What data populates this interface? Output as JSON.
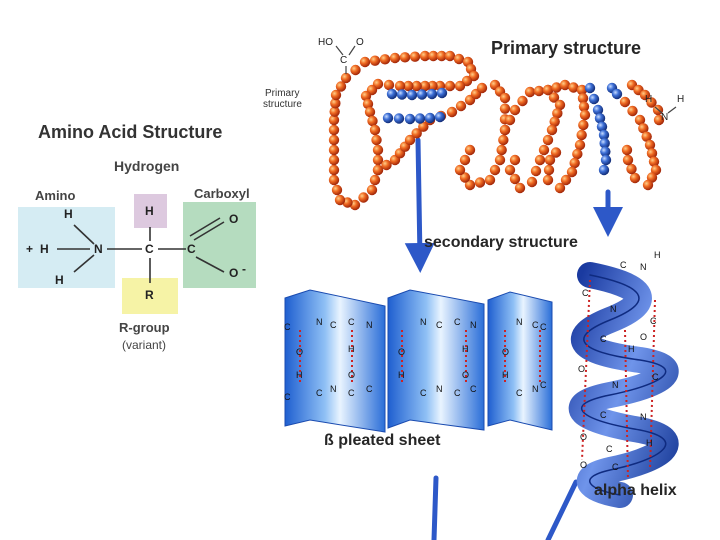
{
  "primary": {
    "title": "Primary structure",
    "side_label_1": "Primary",
    "side_label_2": "structure",
    "n_term_1": "HO",
    "n_term_2": "O",
    "n_term_3": "C",
    "h1": "H",
    "h2": "H",
    "n": "N"
  },
  "amino_acid": {
    "title": "Amino Acid Structure",
    "hydrogen_label": "Hydrogen",
    "amino_label": "Amino",
    "carboxyl_label": "Carboxyl",
    "rgroup_label": "R-group",
    "variant_label": "(variant)",
    "atoms": {
      "h_top_amino": "H",
      "plus": "+",
      "h_left": "H",
      "n": "N",
      "h_bottom_amino": "H",
      "h_box": "H",
      "c_alpha": "C",
      "r_box": "R",
      "c_carboxyl": "C",
      "o_top": "O",
      "o_minus": "O",
      "minus": "-"
    }
  },
  "secondary": {
    "title": "secondary structure"
  },
  "sheet": {
    "title": "ß pleated sheet"
  },
  "helix": {
    "title": "alpha helix"
  },
  "colors": {
    "red_bead": "#e8501e",
    "blue_bead": "#2f64c8",
    "arrow": "#2d58c8",
    "amino_box": "#d5ecf3",
    "hydrogen_box": "#ddc9df",
    "rgroup_box": "#f6f3a6",
    "carboxyl_box": "#b5dcbf",
    "sheet_blue": "#2f78e0",
    "helix_blue": "#3557c5"
  }
}
